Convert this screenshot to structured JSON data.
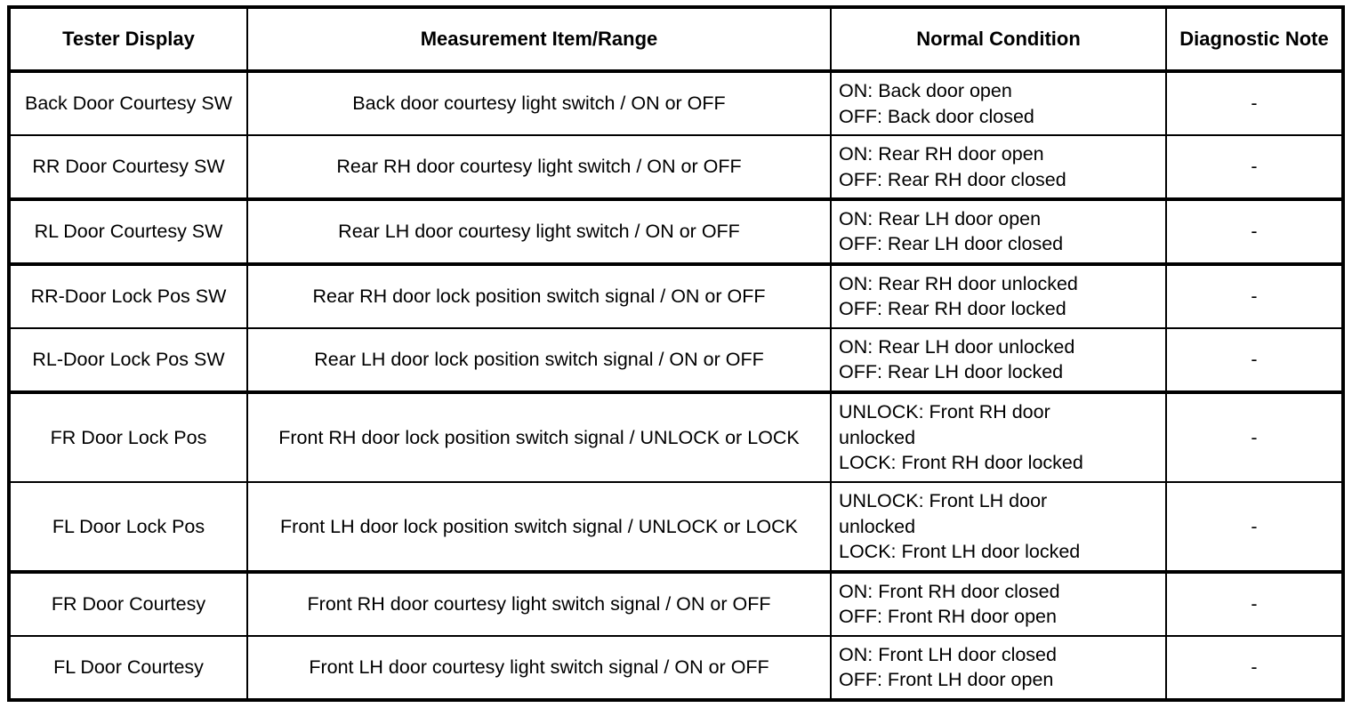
{
  "table": {
    "headers": [
      "Tester Display",
      "Measurement Item/Range",
      "Normal Condition",
      "Diagnostic Note"
    ],
    "rows": [
      {
        "tester_display": "Back Door Courtesy SW",
        "measurement": "Back door courtesy light switch / ON or OFF",
        "condition_lines": [
          "ON: Back door open",
          "OFF: Back door closed"
        ],
        "note": "-"
      },
      {
        "tester_display": "RR Door Courtesy SW",
        "measurement": "Rear RH door courtesy light switch / ON or OFF",
        "condition_lines": [
          "ON: Rear RH door open",
          "OFF: Rear RH door closed"
        ],
        "note": "-"
      },
      {
        "tester_display": "RL Door Courtesy SW",
        "measurement": "Rear LH door courtesy light switch / ON or OFF",
        "condition_lines": [
          "ON: Rear LH door open",
          "OFF: Rear LH door closed"
        ],
        "note": "-"
      },
      {
        "tester_display": "RR-Door Lock Pos SW",
        "measurement": "Rear RH door lock position switch signal / ON or OFF",
        "condition_lines": [
          "ON: Rear RH door unlocked",
          "OFF: Rear RH door locked"
        ],
        "note": "-"
      },
      {
        "tester_display": "RL-Door Lock Pos SW",
        "measurement": "Rear LH door lock position switch signal / ON or OFF",
        "condition_lines": [
          "ON: Rear LH door unlocked",
          "OFF: Rear LH door locked"
        ],
        "note": "-"
      },
      {
        "tester_display": "FR Door Lock Pos",
        "measurement": "Front RH door lock position switch signal / UNLOCK or LOCK",
        "condition_lines": [
          "UNLOCK: Front RH door",
          "unlocked",
          "LOCK: Front RH door locked"
        ],
        "note": "-"
      },
      {
        "tester_display": "FL Door Lock Pos",
        "measurement": "Front LH door lock position switch signal / UNLOCK or LOCK",
        "condition_lines": [
          "UNLOCK: Front LH door",
          "unlocked",
          "LOCK: Front LH door locked"
        ],
        "note": "-"
      },
      {
        "tester_display": "FR Door Courtesy",
        "measurement": "Front RH door courtesy light switch signal / ON or OFF",
        "condition_lines": [
          "ON: Front RH door closed",
          "OFF: Front RH door open"
        ],
        "note": "-"
      },
      {
        "tester_display": "FL Door Courtesy",
        "measurement": "Front LH door courtesy light switch signal / ON or OFF",
        "condition_lines": [
          "ON: Front LH door closed",
          "OFF: Front LH door open"
        ],
        "note": "-"
      }
    ]
  },
  "colors": {
    "border": "#000000",
    "text": "#000000",
    "background": "#ffffff"
  }
}
